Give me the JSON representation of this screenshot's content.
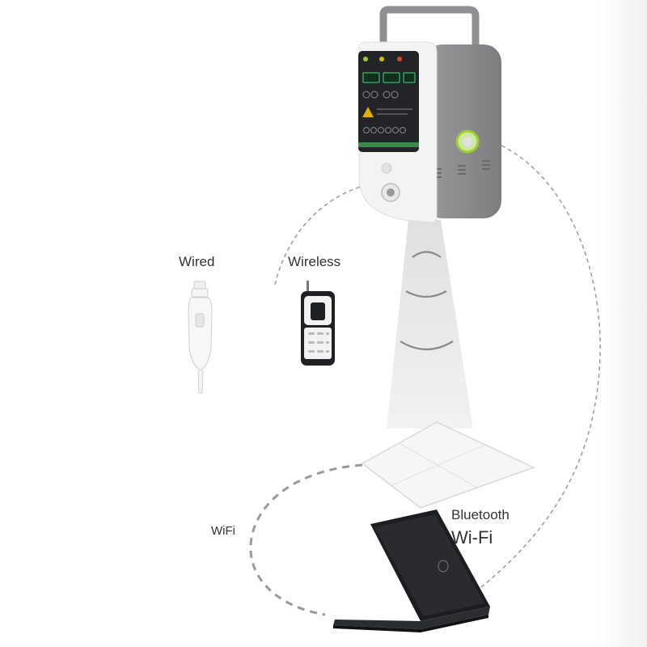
{
  "labels": {
    "wired": "Wired",
    "wireless": "Wireless",
    "wifi_left": "WiFi",
    "bluetooth": "Bluetooth",
    "wifi_right": "Wi-Fi"
  },
  "colors": {
    "background": "#ffffff",
    "device_body": "#f2f2f2",
    "device_side": "#8d8d8f",
    "panel_dark": "#222428",
    "display_green": "#3ddc84",
    "accent_green": "#9acd32",
    "dashed_link": "#9a9a9a",
    "beam": "#e9e9e9",
    "laptop": "#1c1d20"
  },
  "icons": [
    "handle-icon",
    "control-panel-icon",
    "radiation-warning-icon",
    "knob-icon",
    "wired-hand-switch-icon",
    "wireless-remote-icon",
    "flat-panel-detector-icon",
    "laptop-icon"
  ]
}
